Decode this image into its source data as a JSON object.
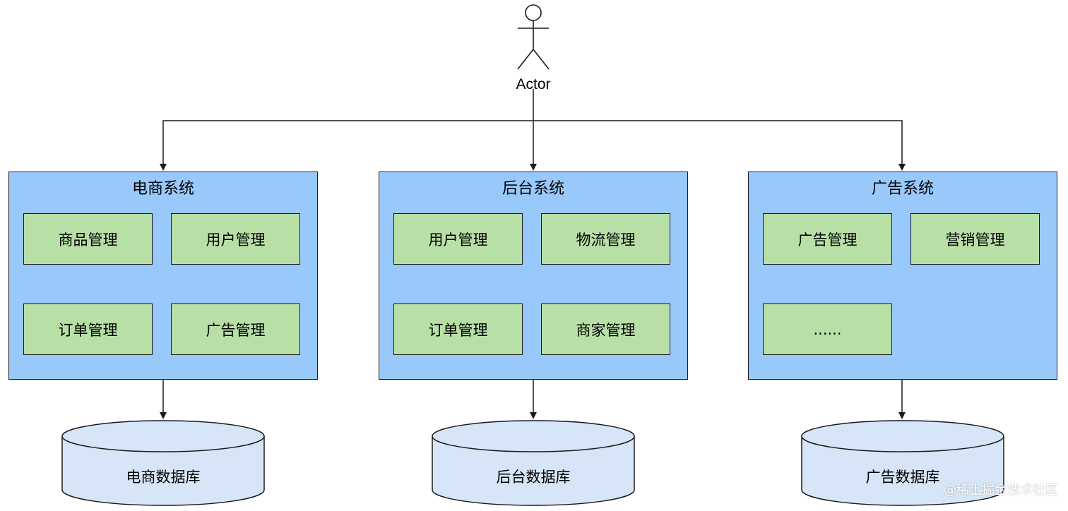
{
  "actor": {
    "label": "Actor"
  },
  "systems": [
    {
      "title": "电商系统",
      "modules": [
        "商品管理",
        "用户管理",
        "订单管理",
        "广告管理"
      ],
      "database": "电商数据库"
    },
    {
      "title": "后台系统",
      "modules": [
        "用户管理",
        "物流管理",
        "订单管理",
        "商家管理"
      ],
      "database": "后台数据库"
    },
    {
      "title": "广告系统",
      "modules": [
        "广告管理",
        "营销管理",
        "......"
      ],
      "database": "广告数据库"
    }
  ],
  "watermark": "@稀土掘金技术社区",
  "colors": {
    "system_fill": "#99c9fb",
    "module_fill": "#b8e0a6",
    "database_fill": "#d6e6f8",
    "stroke": "#1a1a1a"
  }
}
